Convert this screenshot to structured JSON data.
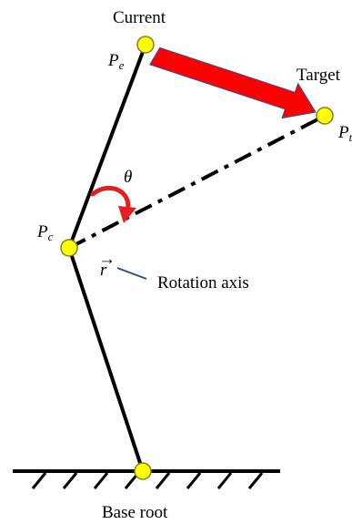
{
  "labels": {
    "current": "Current",
    "target": "Target",
    "base_root": "Base root",
    "rotation_axis": "Rotation axis",
    "theta": "θ",
    "r_vector": "r",
    "r_arrow": "→",
    "pe_main": "P",
    "pe_sub": "e",
    "pc_main": "P",
    "pc_sub": "c",
    "pt_main": "P",
    "pt_sub": "t"
  },
  "colors": {
    "link": "#000000",
    "joint_fill": "#ffff00",
    "joint_stroke": "#7f7f1f",
    "big_arrow": "#ff0000",
    "big_arrow_stroke": "#2f4f8f",
    "rotation_arrow": "#e32020",
    "axis_pointer": "#2f4f7f"
  }
}
